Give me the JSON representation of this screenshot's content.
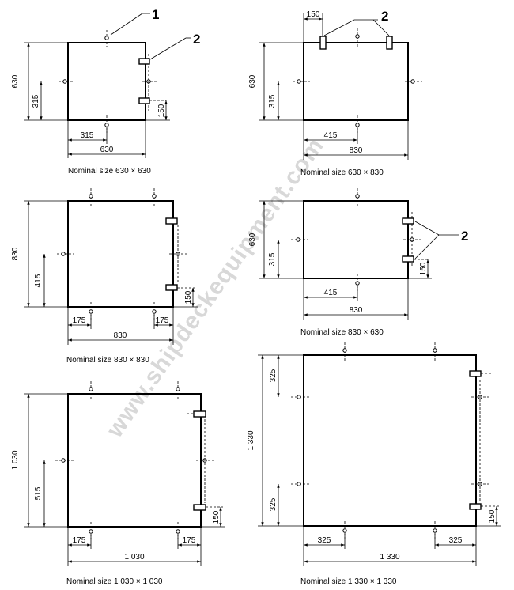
{
  "watermark": "www.shipdeckequipment.com",
  "callouts": [
    "1",
    "2"
  ],
  "panels": [
    {
      "caption": "Nominal size 630 × 630",
      "width_dim": "630",
      "height_dim": "630",
      "half_width": "315",
      "half_height": "315",
      "hinge_offset": "150"
    },
    {
      "caption": "Nominal size 630 × 830",
      "width_dim": "830",
      "height_dim": "630",
      "half_width": "415",
      "half_height": "315",
      "hinge_offset": "150"
    },
    {
      "caption": "Nominal size 830 × 830",
      "width_dim": "830",
      "height_dim": "830",
      "edge_left": "175",
      "edge_right": "175",
      "half_height": "415",
      "hinge_offset": "150"
    },
    {
      "caption": "Nominal size 830 × 630",
      "width_dim": "830",
      "height_dim": "630",
      "half_width": "415",
      "half_height": "315",
      "hinge_offset": "150"
    },
    {
      "caption": "Nominal size 1 030 × 1 030",
      "width_dim": "1 030",
      "height_dim": "1 030",
      "edge_left": "175",
      "edge_right": "175",
      "half_height": "515",
      "hinge_offset": "150"
    },
    {
      "caption": "Nominal size 1 330 × 1 330",
      "width_dim": "1 330",
      "height_dim": "1 330",
      "edge_left": "325",
      "edge_right": "325",
      "top_offset": "325",
      "bottom_offset": "325",
      "hinge_offset": "150"
    }
  ]
}
